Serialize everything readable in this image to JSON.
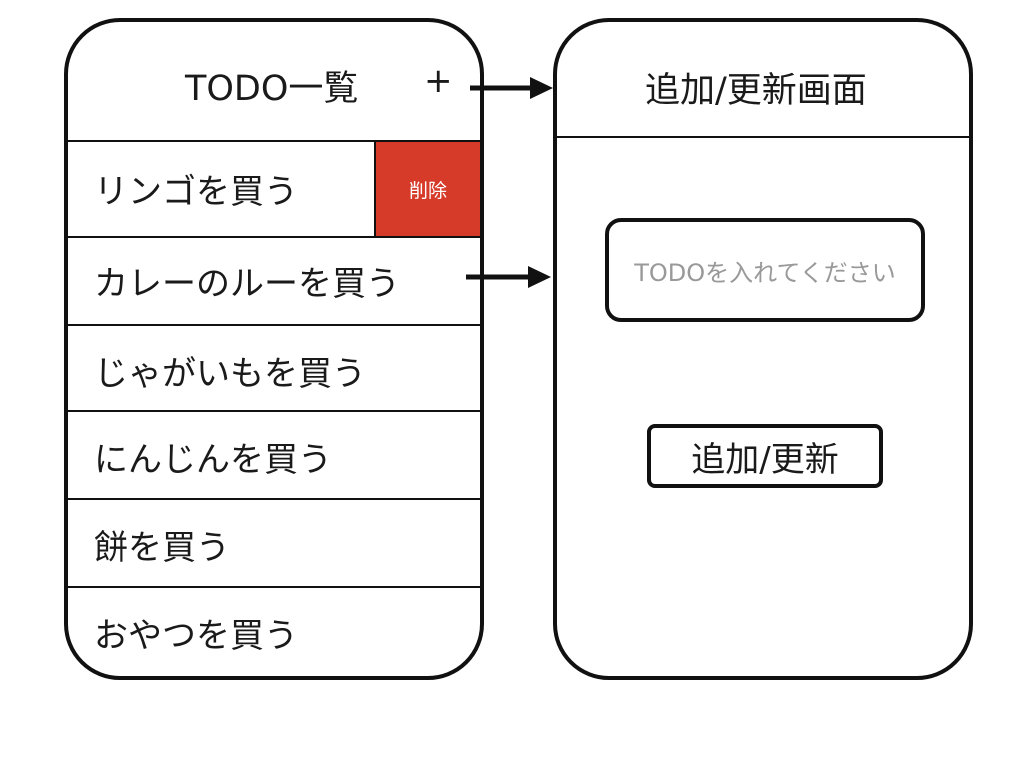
{
  "list_screen": {
    "title": "TODO一覧",
    "add_label": "+",
    "items": [
      {
        "label": "リンゴを買う",
        "delete_label": "削除"
      },
      {
        "label": "カレーのルーを買う"
      },
      {
        "label": "じゃがいもを買う"
      },
      {
        "label": "にんじんを買う"
      },
      {
        "label": "餅を買う"
      },
      {
        "label": "おやつを買う"
      }
    ]
  },
  "edit_screen": {
    "title": "追加/更新画面",
    "input_placeholder": "TODOを入れてください",
    "submit_label": "追加/更新"
  },
  "colors": {
    "delete": "#d63b2a",
    "line": "#111111",
    "placeholder": "#999999"
  }
}
